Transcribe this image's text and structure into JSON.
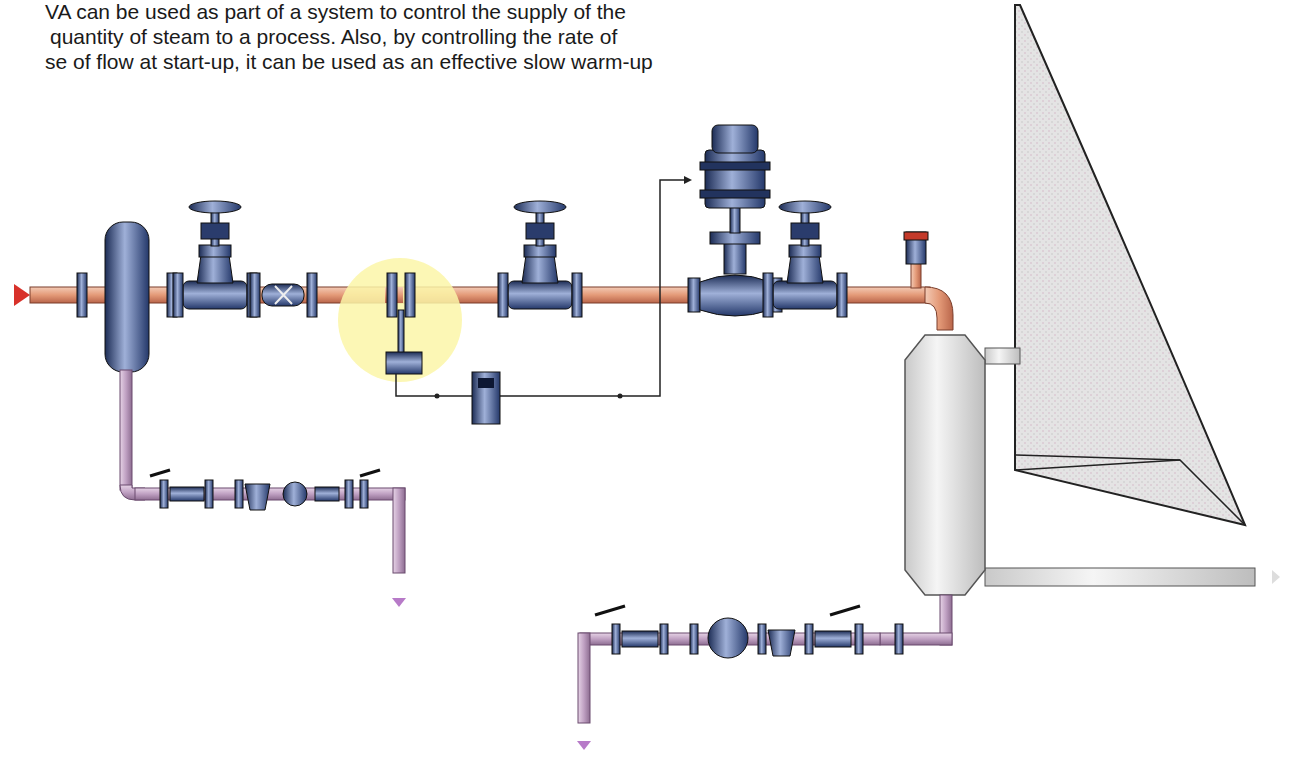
{
  "diagram": {
    "labels": [
      "VA can be used as part of a system to control the supply of the",
      "quantity of steam to a process. Also, by controlling the rate of",
      "se of flow at start-up, it can be used as an effective slow warm-up"
    ]
  }
}
